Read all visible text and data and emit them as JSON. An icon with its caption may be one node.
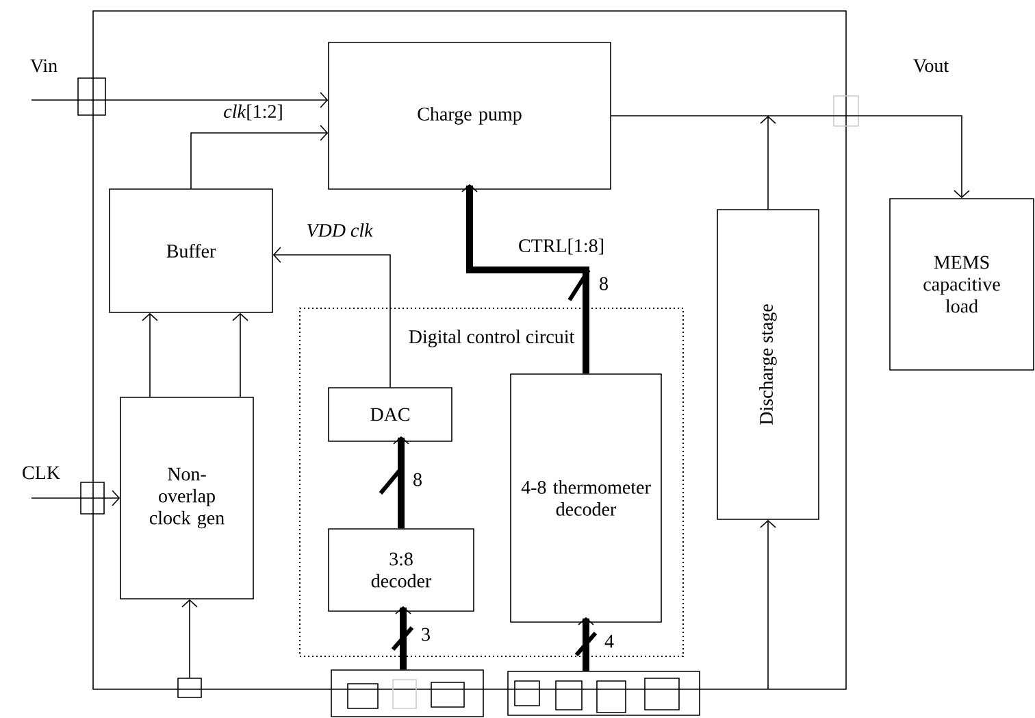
{
  "diagram": {
    "nodes": [
      {
        "text": [
          "Charge pump"
        ]
      },
      {
        "text": [
          "Buffer"
        ]
      },
      {
        "text": [
          "Non-overlap clock gen"
        ]
      },
      {
        "text": [
          "Digital control circuit"
        ]
      },
      {
        "text": [
          "DAC"
        ],
        "in": 3
      },
      {
        "text": [
          "3:8 decoder"
        ],
        "in": 3
      },
      {
        "text": [
          "4-8 thermometer decoder"
        ],
        "in": 3
      },
      {
        "text": [
          "Discharge stage"
        ]
      },
      {
        "text": [
          "MEMS capacitive load"
        ]
      },
      {
        "text": [],
        "shape": "box"
      },
      {
        "text": [],
        "shape": "box"
      },
      {
        "text": [],
        "shape": "box"
      }
    ],
    "edges": [
      {
        "from": null,
        "to": 0,
        "arrow": "to",
        "label": "Vin"
      },
      {
        "from": 1,
        "to": 0,
        "arrow": "to",
        "label": "*clk*[1:2]"
      },
      {
        "from": 4,
        "to": 1,
        "arrow": "to",
        "label": "VDD clk"
      },
      {
        "from": 6,
        "to": 0,
        "arrow": "to",
        "label": "CTRL[1:8]",
        "style": "thick"
      },
      {
        "from": 5,
        "to": 4,
        "arrow": "to",
        "style": "thick"
      },
      {
        "from": 2,
        "to": 1,
        "arrow": "to"
      },
      {
        "from": 2,
        "to": 1,
        "arrow": "to"
      },
      {
        "from": null,
        "to": 2,
        "arrow": "to",
        "label": "CLK"
      },
      {
        "from": 9,
        "to": 2,
        "arrow": "to"
      },
      {
        "from": 10,
        "to": 5,
        "arrow": "to",
        "style": "thick"
      },
      {
        "from": 11,
        "to": 6,
        "arrow": "to",
        "style": "thick"
      },
      {
        "from": 0,
        "to": 8,
        "arrow": "to",
        "label": "Vout"
      },
      {
        "from": 7,
        "to": null,
        "arrow": "to"
      },
      {
        "from": null,
        "to": 7,
        "arrow": "to"
      }
    ],
    "labels": [
      "8",
      "8",
      "3",
      "4"
    ]
  }
}
